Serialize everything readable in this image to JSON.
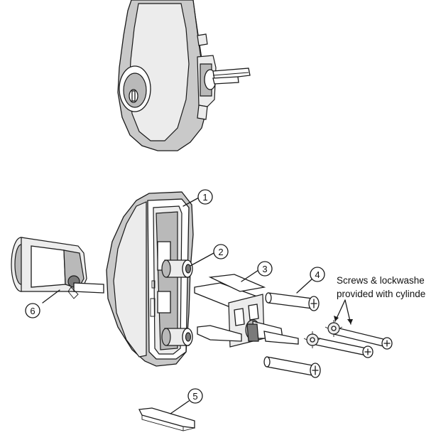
{
  "callouts": [
    {
      "id": "1",
      "label": "1"
    },
    {
      "id": "2",
      "label": "2"
    },
    {
      "id": "3",
      "label": "3"
    },
    {
      "id": "4",
      "label": "4"
    },
    {
      "id": "5",
      "label": "5"
    },
    {
      "id": "6",
      "label": "6"
    }
  ],
  "note": {
    "line1": "Screws & lockwashe",
    "line2": "provided with cylinde"
  }
}
